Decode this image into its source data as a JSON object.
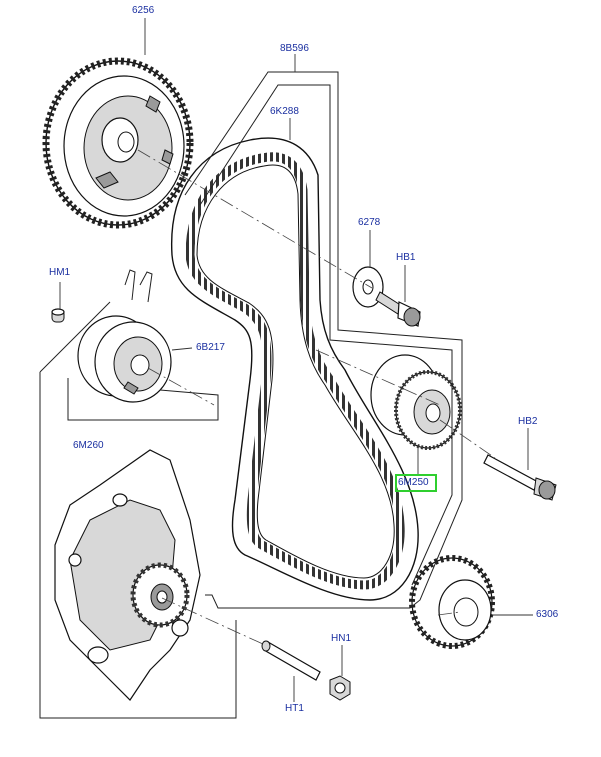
{
  "parts": {
    "p6256": "6256",
    "p8B596": "8B596",
    "p6K288": "6K288",
    "p6278": "6278",
    "pHB1": "HB1",
    "pHM1": "HM1",
    "p6B217": "6B217",
    "p6M260": "6M260",
    "pHB2": "HB2",
    "p6M250": "6M250",
    "p6306": "6306",
    "pHN1": "HN1",
    "pHT1": "HT1"
  },
  "highlight": {
    "part": "6M250",
    "color": "#2fcf2f"
  },
  "colors": {
    "label": "#1a2fa0",
    "line": "#222222"
  }
}
